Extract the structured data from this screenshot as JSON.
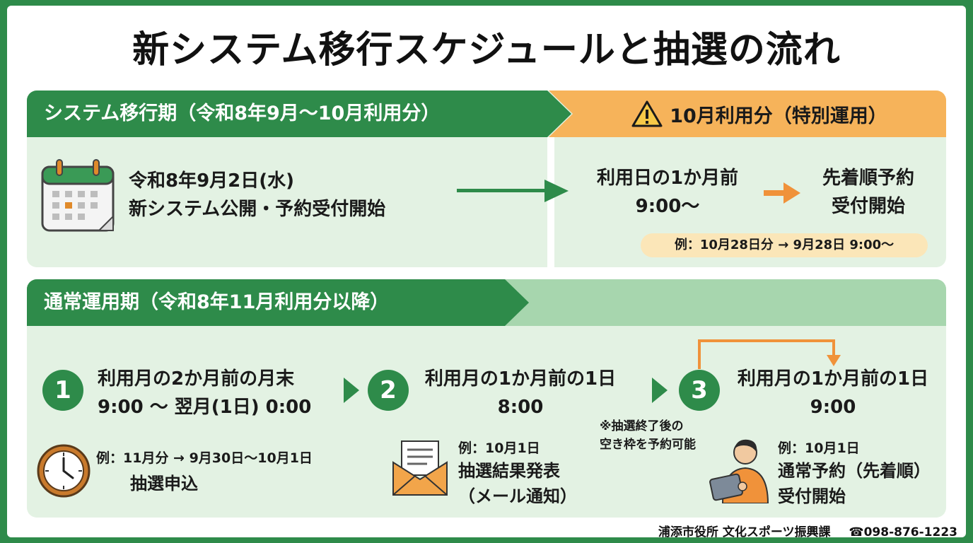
{
  "title": "新システム移行スケジュールと抽選の流れ",
  "transition": {
    "header": "システム移行期（令和8年9月〜10月利用分）",
    "launch_date": "令和8年9月2日(水)",
    "launch_text": "新システム公開・予約受付開始",
    "special": {
      "header": "10月利用分（特別運用）",
      "timing_line1": "利用日の1か月前",
      "timing_line2": "9:00〜",
      "result_line1": "先着順予約",
      "result_line2": "受付開始",
      "example": "例：10月28日分 → 9月28日 9:00〜"
    }
  },
  "normal": {
    "header": "通常運用期（令和8年11月利用分以降）",
    "steps": [
      {
        "number": "1",
        "line1": "利用月の2か月前の月末",
        "line2": "9:00 〜 翌月(1日) 0:00",
        "example": "例：11月分 → 9月30日〜10月1日",
        "label": "抽選申込"
      },
      {
        "number": "2",
        "line1": "利用月の1か月前の1日",
        "line2": "8:00",
        "example": "例：10月1日",
        "label1": "抽選結果発表",
        "label2": "（メール通知）"
      },
      {
        "number": "3",
        "line1": "利用月の1か月前の1日",
        "line2": "9:00",
        "example": "例：10月1日",
        "label1": "通常予約（先着順）",
        "label2": "受付開始"
      }
    ],
    "note_line1": "※抽選終了後の",
    "note_line2": "空き枠を予約可能"
  },
  "footer": {
    "office": "浦添市役所 文化スポーツ振興課",
    "phone": "☎098-876-1223"
  },
  "colors": {
    "green": "#2e8b4a",
    "light_green": "#e3f2e3",
    "orange": "#f6b35a",
    "arrow_orange": "#f0923a"
  },
  "icons": [
    "calendar-icon",
    "warning-icon",
    "clock-icon",
    "envelope-icon",
    "person-tablet-icon"
  ]
}
